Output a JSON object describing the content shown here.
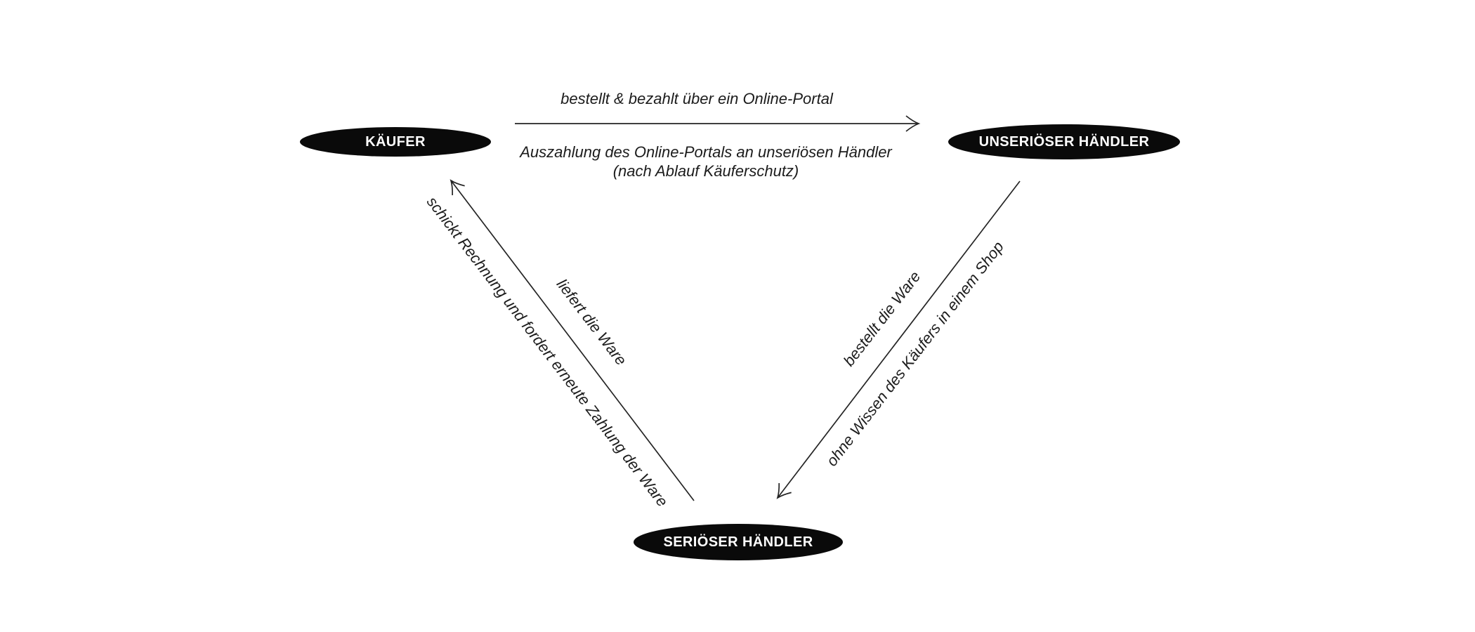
{
  "diagram": {
    "colors": {
      "background": "#ffffff",
      "node_fill": "#0a0a0a",
      "node_text": "#ffffff",
      "line": "#242424",
      "label_text": "#1c1c1c"
    },
    "nodes": {
      "kaeufer": {
        "label": "KÄUFER"
      },
      "unserioeser_haendler": {
        "label": "UNSERIÖSER HÄNDLER"
      },
      "serioeser_haendler": {
        "label": "SERIÖSER HÄNDLER"
      }
    },
    "edges": {
      "kaeufer_to_unserioeser": {
        "from": "kaeufer",
        "to": "unserioeser_haendler",
        "label_above": "bestellt & bezahlt über ein Online-Portal",
        "label_below_line1": "Auszahlung des Online-Portals an unseriösen Händler",
        "label_below_line2": "(nach Ablauf Käuferschutz)"
      },
      "serioeser_to_kaeufer": {
        "from": "serioeser_haendler",
        "to": "kaeufer",
        "label_outer": "schickt Rechnung und fordert erneute Zahlung der Ware",
        "label_inner": "liefert die Ware"
      },
      "unserioeser_to_serioeser": {
        "from": "unserioeser_haendler",
        "to": "serioeser_haendler",
        "label_upper": "bestellt die Ware",
        "label_lower": "ohne Wissen des Käufers in einem Shop"
      }
    }
  }
}
